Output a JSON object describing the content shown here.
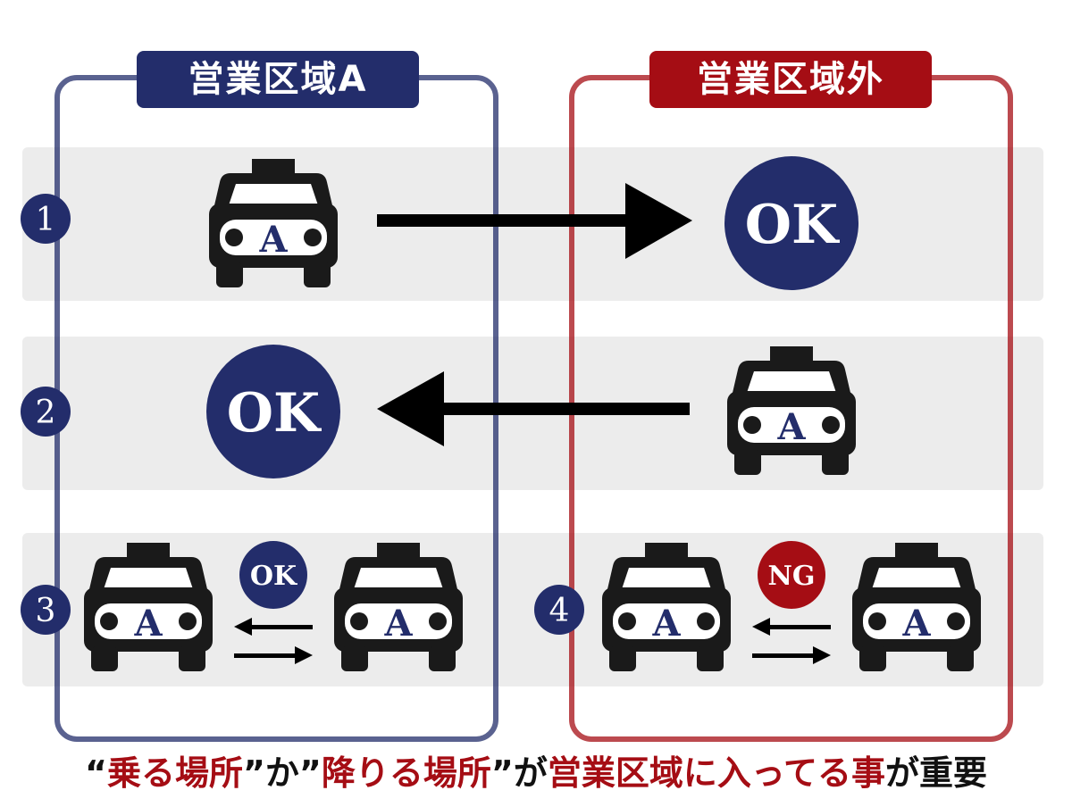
{
  "zones": {
    "left": {
      "label": "営業区域A",
      "color": "#232d6b"
    },
    "right": {
      "label": "営業区域外",
      "color": "#a50d14"
    }
  },
  "rows": [
    {
      "number": "1",
      "description": "taxi in zone A to outside",
      "status": "OK"
    },
    {
      "number": "2",
      "description": "taxi outside to zone A",
      "status": "OK"
    },
    {
      "number": "3",
      "description": "within zone A",
      "status": "OK"
    },
    {
      "number": "4",
      "description": "within outside",
      "status": "NG"
    }
  ],
  "taxi": {
    "plate_letter": "A",
    "body_color": "#1a1a1a",
    "letter_color": "#232d6b"
  },
  "colors": {
    "navy": "#232d6b",
    "red": "#a50d14",
    "band": "#ececec"
  },
  "caption": {
    "q1": "“",
    "p1": "乗る場所",
    "q2": "”か”",
    "p2": "降りる場所",
    "q3": "”が",
    "p3": "営業区域",
    "p4": "に入ってる事",
    "p5": "が重要"
  }
}
